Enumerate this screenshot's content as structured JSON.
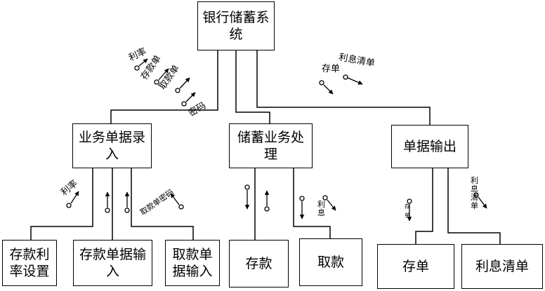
{
  "nodes": {
    "root": "银行储蓄系统",
    "entry": "业务单据录入",
    "process": "储蓄业务处理",
    "output": "单据输出",
    "rate_setup": "存款利率设置",
    "deposit_input": "存款单据输入",
    "withdraw_input": "取款单据输入",
    "deposit": "存款",
    "withdraw": "取款",
    "deposit_slip": "存单",
    "interest_list": "利息清单"
  },
  "flows": {
    "rate": "利率",
    "deposit_slip": "存款单",
    "withdraw_slip": "取款单",
    "password": "密码",
    "deposit_slip_out": "存单",
    "interest_list": "利息清单",
    "withdraw_pwd": "取款单密码",
    "interest": "利息"
  }
}
